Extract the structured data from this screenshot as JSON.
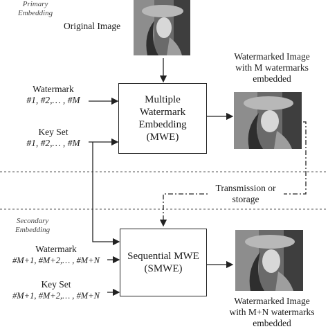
{
  "sections": {
    "primary": [
      "Primary",
      "Embedding"
    ],
    "secondary": [
      "Secondary",
      "Embedding"
    ]
  },
  "original_image": {
    "label": "Original Image"
  },
  "mwe": {
    "lines": [
      "Multiple",
      "Watermark",
      "Embedding",
      "(MWE)"
    ]
  },
  "smwe": {
    "lines": [
      "Sequential MWE",
      "(SMWE)"
    ]
  },
  "inputs_top": {
    "watermark": [
      "Watermark",
      "#1, #2,… , #M"
    ],
    "keyset": [
      "Key Set",
      "#1, #2,… , #M"
    ]
  },
  "inputs_bottom": {
    "watermark": [
      "Watermark",
      "#M+1, #M+2,… , #M+N"
    ],
    "keyset": [
      "Key Set",
      "#M+1, #M+2,… , #M+N"
    ]
  },
  "outputs": {
    "top": [
      "Watermarked Image",
      "with M watermarks",
      "embedded"
    ],
    "bottom": [
      "Watermarked Image",
      "with M+N watermarks",
      "embedded"
    ]
  },
  "transmission": [
    "Transmission or",
    "storage"
  ]
}
